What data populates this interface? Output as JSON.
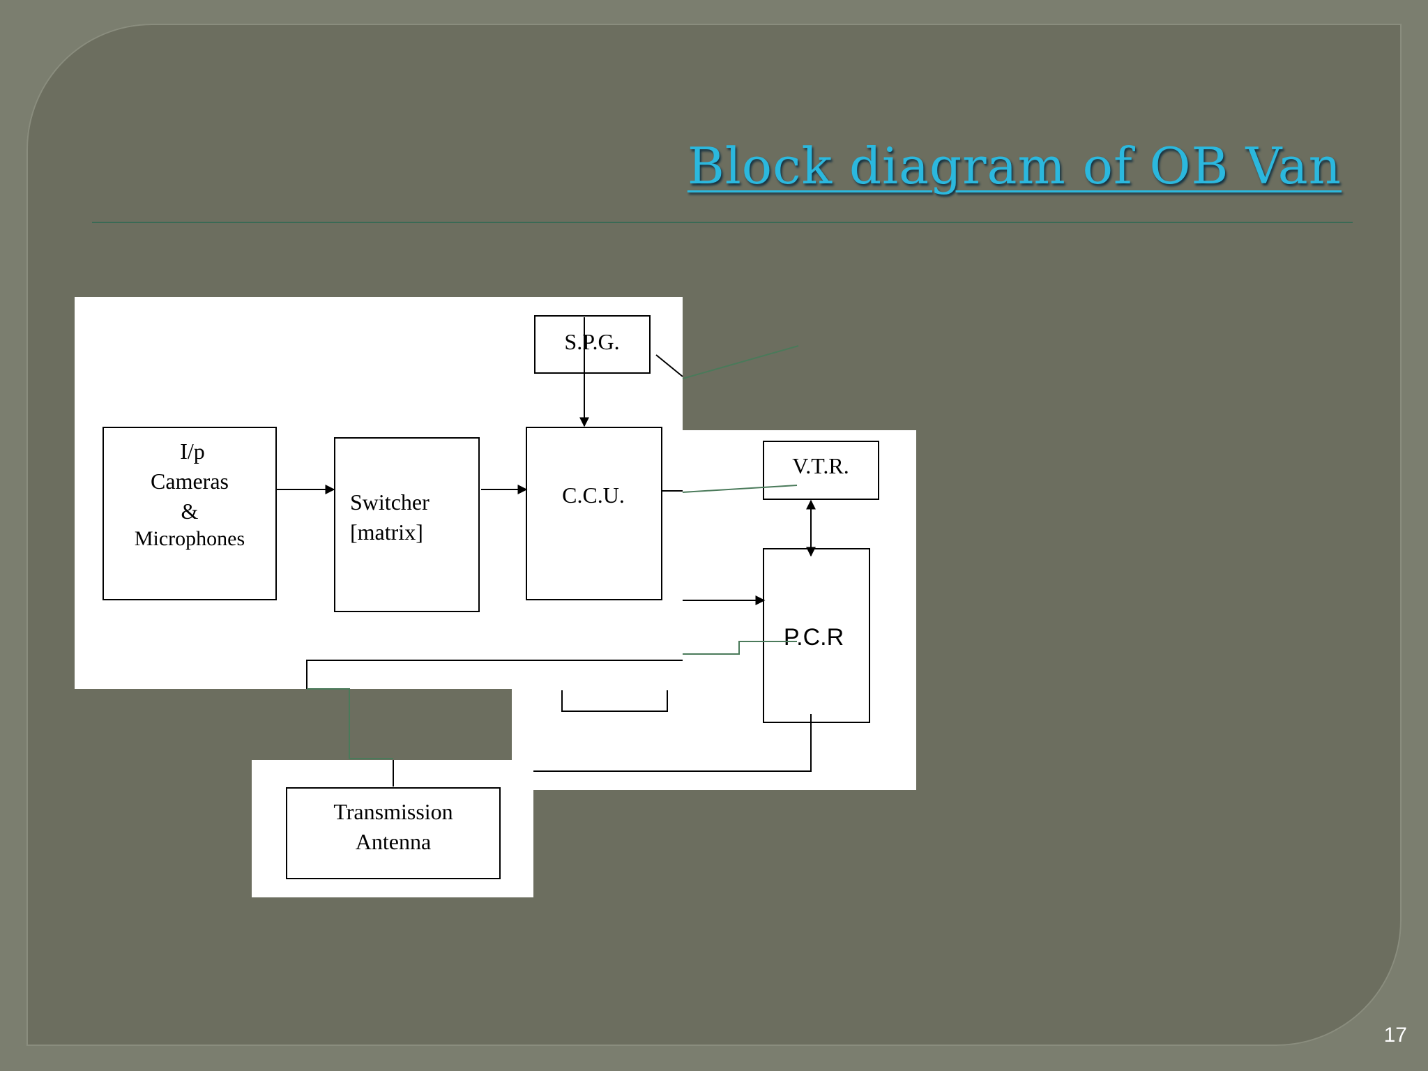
{
  "slide": {
    "title": "Block diagram of OB Van",
    "page_number": "17"
  },
  "diagram": {
    "blocks": {
      "spg": "S.P.G.",
      "inputs_line1": "I/p",
      "inputs_line2": "Cameras",
      "inputs_line3": "&",
      "inputs_line4": "Microphones",
      "switcher_line1": "Switcher",
      "switcher_line2": "[matrix]",
      "ccu": "C.C.U.",
      "vtr": "V.T.R.",
      "pcr": "P.C.R",
      "antenna_line1": "Transmission",
      "antenna_line2": "Antenna"
    }
  },
  "colors": {
    "background": "#6c6e5f",
    "title": "#2bb8de",
    "diagram_background": "#ffffff",
    "line": "#000000",
    "stray_line": "#4a7a5a"
  }
}
